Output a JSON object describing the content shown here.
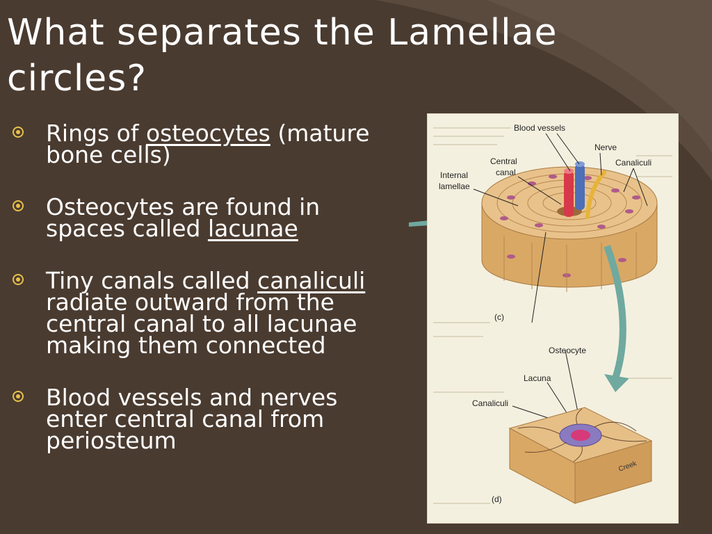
{
  "slide": {
    "title": "What separates the Lamellae circles?",
    "bullets": [
      {
        "pre": "Rings of ",
        "emph": "osteocytes",
        "post": " (mature bone cells)"
      },
      {
        "pre": "Osteocytes are found in spaces called ",
        "emph": "lacunae",
        "post": ""
      },
      {
        "pre": "Tiny canals called ",
        "emph": "canaliculi",
        "post": " radiate outward from the central canal to all lacunae making them connected"
      },
      {
        "pre": "Blood vessels and nerves enter central canal from periosteum",
        "emph": "",
        "post": ""
      }
    ]
  },
  "figure": {
    "labels": {
      "blood_vessels": "Blood vessels",
      "nerve": "Nerve",
      "central_canal_1": "Central",
      "central_canal_2": "canal",
      "canaliculi_top": "Canaliculi",
      "internal_lamellae_1": "Internal",
      "internal_lamellae_2": "lamellae",
      "panel_c": "(c)",
      "osteocyte": "Osteocyte",
      "lacuna": "Lacuna",
      "canaliculi_bottom": "Canaliculi",
      "creek": "Creek",
      "panel_d": "(d)"
    }
  },
  "colors": {
    "background": "#4a3b30",
    "bullet_accent": "#e8c14a",
    "bone_tan": "#e2b675",
    "artery_red": "#d63a4a",
    "vein_blue": "#4d6fb8",
    "nerve_yellow": "#e7b43a",
    "arrow_teal": "#6fa9a0"
  }
}
